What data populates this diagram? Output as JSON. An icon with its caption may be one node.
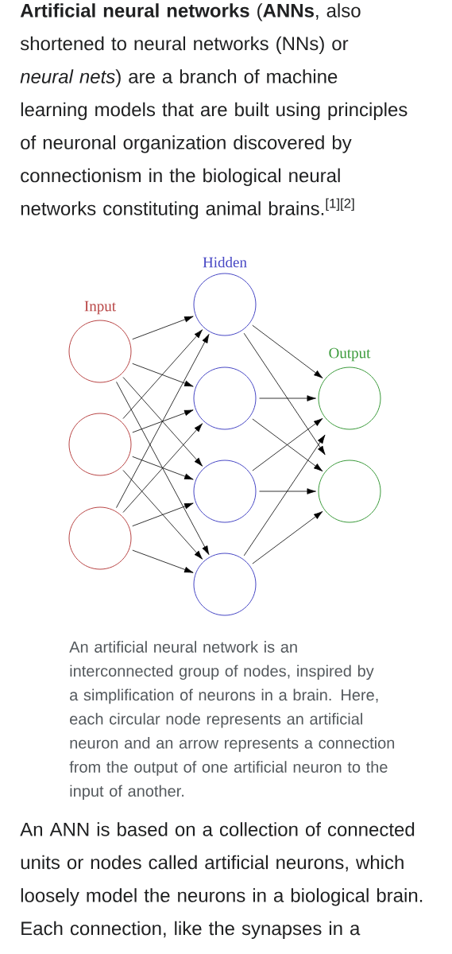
{
  "diagram": {
    "caption": "An artificial neural network is an interconnected group of nodes, inspired by a simplification of neurons in a brain. Here, each circular node represents an artificial neuron and an arrow represents a connection from the output of one artificial neuron to the input of another.",
    "nodes": [
      {
        "text": [],
        "shape": "circle",
        "beside": [
          "Input"
        ]
      },
      {
        "text": [],
        "shape": "circle"
      },
      {
        "text": [],
        "shape": "circle"
      },
      {
        "text": [],
        "shape": "circle",
        "beside": [
          "Hidden"
        ]
      },
      {
        "text": [],
        "shape": "circle"
      },
      {
        "text": [],
        "shape": "circle"
      },
      {
        "text": [],
        "shape": "circle"
      },
      {
        "text": [],
        "shape": "circle",
        "beside": [
          "Output"
        ]
      },
      {
        "text": [],
        "shape": "circle"
      }
    ],
    "edges": [
      {
        "from": 0,
        "to": 3,
        "arrow": "to"
      },
      {
        "from": 0,
        "to": 4,
        "arrow": "to"
      },
      {
        "from": 0,
        "to": 5,
        "arrow": "to"
      },
      {
        "from": 0,
        "to": 6,
        "arrow": "to"
      },
      {
        "from": 1,
        "to": 3,
        "arrow": "to"
      },
      {
        "from": 1,
        "to": 4,
        "arrow": "to"
      },
      {
        "from": 1,
        "to": 5,
        "arrow": "to"
      },
      {
        "from": 1,
        "to": 6,
        "arrow": "to"
      },
      {
        "from": 2,
        "to": 3,
        "arrow": "to"
      },
      {
        "from": 2,
        "to": 4,
        "arrow": "to"
      },
      {
        "from": 2,
        "to": 5,
        "arrow": "to"
      },
      {
        "from": 2,
        "to": 6,
        "arrow": "to"
      },
      {
        "from": 3,
        "to": 7,
        "arrow": "to"
      },
      {
        "from": 3,
        "to": 8,
        "arrow": "to"
      },
      {
        "from": 4,
        "to": 7,
        "arrow": "to"
      },
      {
        "from": 4,
        "to": 8,
        "arrow": "to"
      },
      {
        "from": 5,
        "to": 7,
        "arrow": "to"
      },
      {
        "from": 5,
        "to": 8,
        "arrow": "to"
      },
      {
        "from": 6,
        "to": 7,
        "arrow": "to"
      },
      {
        "from": 6,
        "to": 8,
        "arrow": "to"
      }
    ],
    "labels": [
      "**Artificial neural networks** (**ANNs**, also shortened to neural networks (NNs) or *neural nets*) are a branch of machine learning models that are built using principles of neuronal organization discovered by connectionism in the biological neural networks constituting animal brains.$^{[1][2]}$",
      "An ANN is based on a collection of connected units or nodes called artificial neurons, which loosely model the neurons in a biological brain. Each connection, like the synapses in a"
    ]
  }
}
